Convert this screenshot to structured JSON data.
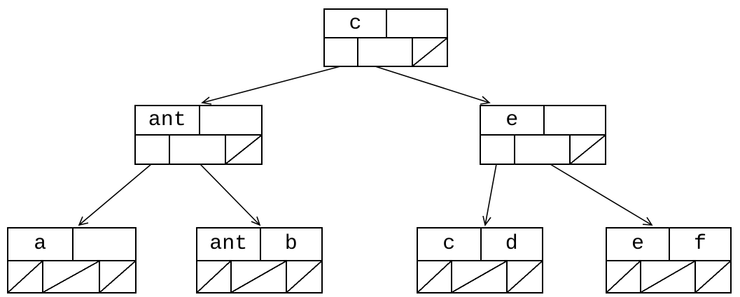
{
  "diagram": {
    "kind": "b-tree-node-diagram",
    "colors": {
      "line": "#000000",
      "background": "#ffffff"
    },
    "nodes": [
      {
        "id": "root",
        "keys": [
          "c",
          ""
        ],
        "pointers": [
          "child",
          "child",
          "null"
        ]
      },
      {
        "id": "internal-left",
        "keys": [
          "ant",
          ""
        ],
        "pointers": [
          "child",
          "child",
          "null"
        ]
      },
      {
        "id": "internal-right",
        "keys": [
          "e",
          ""
        ],
        "pointers": [
          "child",
          "child",
          "null"
        ]
      },
      {
        "id": "leaf-a",
        "keys": [
          "a",
          ""
        ],
        "pointers": [
          "null",
          "null",
          "null"
        ]
      },
      {
        "id": "leaf-ant-b",
        "keys": [
          "ant",
          "b"
        ],
        "pointers": [
          "null",
          "null",
          "null"
        ]
      },
      {
        "id": "leaf-c-d",
        "keys": [
          "c",
          "d"
        ],
        "pointers": [
          "null",
          "null",
          "null"
        ]
      },
      {
        "id": "leaf-e-f",
        "keys": [
          "e",
          "f"
        ],
        "pointers": [
          "null",
          "null",
          "null"
        ]
      }
    ],
    "edges": [
      {
        "from": "root",
        "from_pointer": 0,
        "to": "internal-left"
      },
      {
        "from": "root",
        "from_pointer": 1,
        "to": "internal-right"
      },
      {
        "from": "internal-left",
        "from_pointer": 0,
        "to": "leaf-a"
      },
      {
        "from": "internal-left",
        "from_pointer": 1,
        "to": "leaf-ant-b"
      },
      {
        "from": "internal-right",
        "from_pointer": 0,
        "to": "leaf-c-d"
      },
      {
        "from": "internal-right",
        "from_pointer": 1,
        "to": "leaf-e-f"
      }
    ]
  }
}
